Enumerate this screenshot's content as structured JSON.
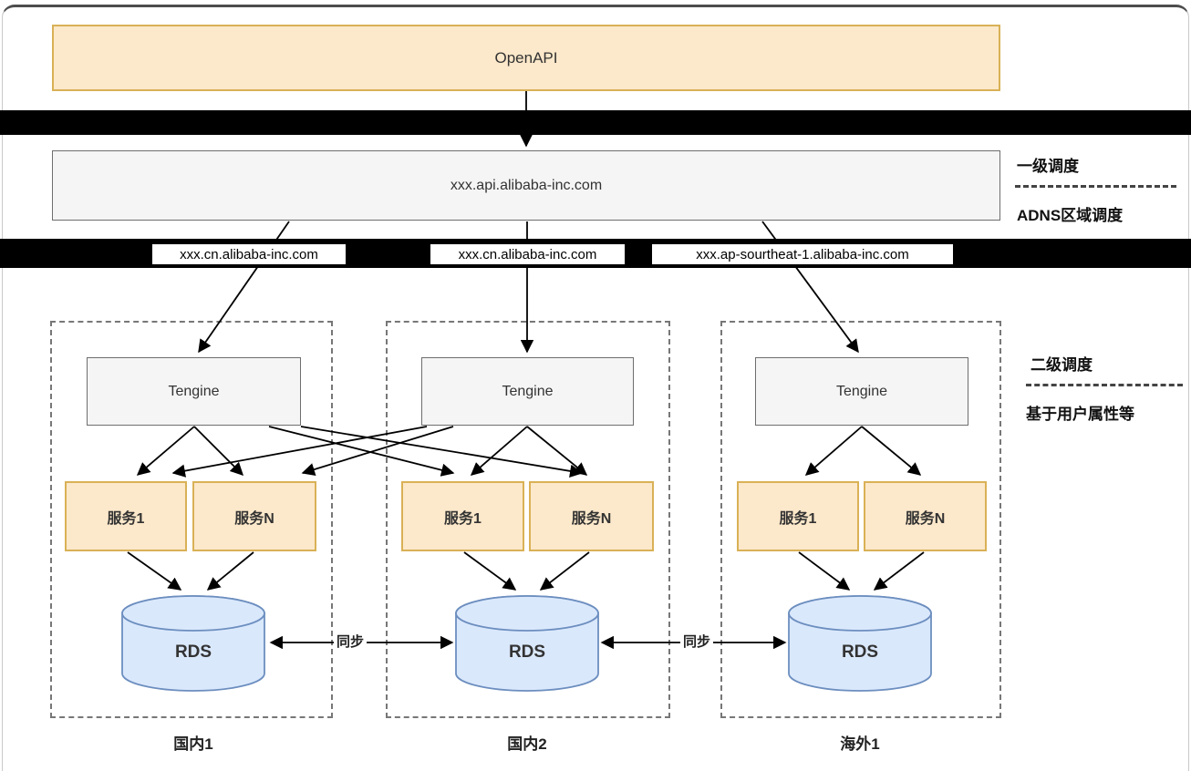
{
  "openapi": {
    "label": "OpenAPI"
  },
  "primary_dns": {
    "label": "xxx.api.alibaba-inc.com"
  },
  "domain_chips": [
    {
      "label": "xxx.cn.alibaba-inc.com"
    },
    {
      "label": "xxx.cn.alibaba-inc.com"
    },
    {
      "label": "xxx.ap-sourtheat-1.alibaba-inc.com"
    }
  ],
  "annotations": {
    "tier1": "一级调度",
    "tier1_sub": "ADNS区域调度",
    "tier2": "二级调度",
    "tier2_sub": "基于用户属性等"
  },
  "regions": [
    {
      "name": "国内1",
      "gateway": "Tengine",
      "service1": "服务1",
      "serviceN": "服务N",
      "db": "RDS"
    },
    {
      "name": "国内2",
      "gateway": "Tengine",
      "service1": "服务1",
      "serviceN": "服务N",
      "db": "RDS"
    },
    {
      "name": "海外1",
      "gateway": "Tengine",
      "service1": "服务1",
      "serviceN": "服务N",
      "db": "RDS"
    }
  ],
  "sync": {
    "label": "同步"
  },
  "colors": {
    "node_orange_fill": "#fce8ca",
    "node_orange_border": "#d9b156",
    "node_gray_fill": "#f5f5f5",
    "node_gray_border": "#6e6e6e",
    "db_blue_fill": "#dae8fc",
    "db_blue_border": "#6c8ebf",
    "scheduling_bar": "#000000"
  }
}
